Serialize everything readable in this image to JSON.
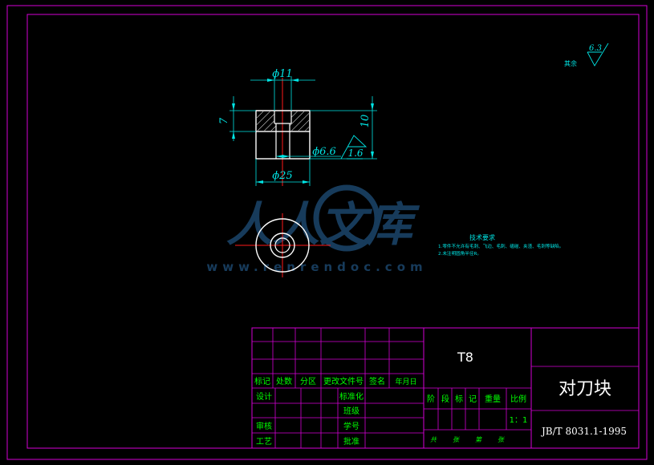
{
  "colors": {
    "background": "#000000",
    "frame": "#d400d4",
    "outline": "#ffffff",
    "dimension": "#00e5e5",
    "table_text": "#00ff00",
    "center_line": "#ff1a1a",
    "watermark": "#1f4f7a"
  },
  "drawing": {
    "dimensions": {
      "d_top": "ϕ11",
      "d_hole": "ϕ6.6",
      "d_outer": "ϕ25",
      "h_step": "7",
      "h_total": "10",
      "roughness_local": "1.6"
    },
    "roughness_other": {
      "label": "其余",
      "value": "6.3"
    },
    "tech_requirements": {
      "title": "技术要求",
      "items": [
        "1.零件不允许有毛刺、飞边、毛刺、磕碰、夹渣、毛刺等缺陷。",
        "2.未注明圆角半径R。"
      ]
    }
  },
  "watermark": {
    "text": "人人文库",
    "url": "www.renrendoc.com"
  },
  "title_block": {
    "material": "T8",
    "part_name": "对刀块",
    "standard": "JB/T 8031.1-1995",
    "scale": "1：1",
    "revision_headers": [
      "标记",
      "处数",
      "分区",
      "更改文件号",
      "签名",
      "年月日"
    ],
    "left_rows": [
      "设计",
      "审核",
      "工艺"
    ],
    "mid_rows": [
      "标准化",
      "班级",
      "学号",
      "批准"
    ],
    "stage_headers": [
      "阶",
      "段",
      "标",
      "记",
      "重量",
      "比例"
    ],
    "sheet_row": [
      "共",
      "张",
      "第",
      "张"
    ]
  }
}
